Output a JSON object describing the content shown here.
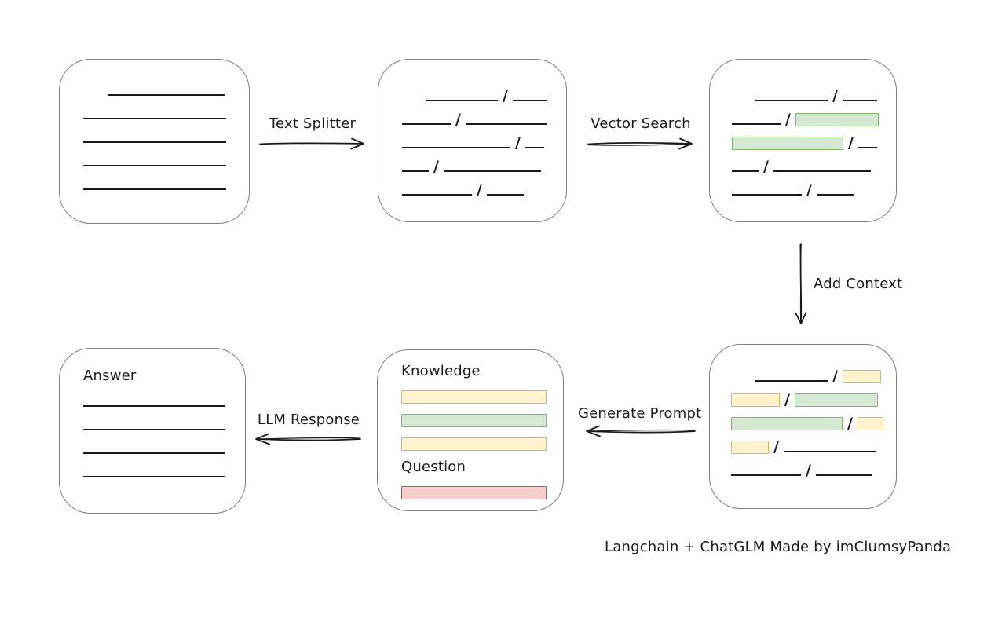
{
  "caption": "Langchain + ChatGLM Made by imClumsyPanda",
  "colors": {
    "ink": "#1a1a1a",
    "box_border": "#7d7d7d",
    "green_fill": "#d5e8d4",
    "green_border": "#82b366",
    "yellow_fill": "#fff2cc",
    "yellow_border": "#d6b656",
    "red_fill": "#f8cecc",
    "red_border": "#b85450"
  },
  "arrows": {
    "text_splitter": {
      "label": "Text Splitter",
      "direction": "right"
    },
    "vector_search": {
      "label": "Vector Search",
      "direction": "right"
    },
    "add_context": {
      "label": "Add Context",
      "direction": "down"
    },
    "generate_prompt": {
      "label": "Generate Prompt",
      "direction": "left"
    },
    "llm_response": {
      "label": "LLM Response",
      "direction": "left"
    }
  },
  "boxes": {
    "document": {
      "rows": [
        {
          "h": 30,
          "segs": [
            {
              "t": "indent",
              "w": 31
            },
            {
              "t": "line",
              "w": 149
            }
          ]
        },
        {
          "h": 30,
          "segs": [
            {
              "t": "line",
              "w": 182
            }
          ]
        },
        {
          "h": 30,
          "segs": [
            {
              "t": "line",
              "w": 182
            }
          ]
        },
        {
          "h": 30,
          "segs": [
            {
              "t": "line",
              "w": 182
            }
          ]
        },
        {
          "h": 30,
          "segs": [
            {
              "t": "line",
              "w": 182
            }
          ]
        }
      ]
    },
    "chunks": {
      "rows": [
        {
          "h": 30,
          "segs": [
            {
              "t": "indent",
              "w": 30
            },
            {
              "t": "line",
              "w": 92
            },
            {
              "t": "slash"
            },
            {
              "t": "line",
              "w": 44
            }
          ]
        },
        {
          "h": 30,
          "segs": [
            {
              "t": "line",
              "w": 62
            },
            {
              "t": "slash"
            },
            {
              "t": "line",
              "w": 104
            }
          ]
        },
        {
          "h": 30,
          "segs": [
            {
              "t": "line",
              "w": 138
            },
            {
              "t": "slash"
            },
            {
              "t": "line",
              "w": 24
            }
          ]
        },
        {
          "h": 30,
          "segs": [
            {
              "t": "line",
              "w": 34
            },
            {
              "t": "slash"
            },
            {
              "t": "line",
              "w": 124
            }
          ]
        },
        {
          "h": 30,
          "segs": [
            {
              "t": "line",
              "w": 89
            },
            {
              "t": "slash"
            },
            {
              "t": "line",
              "w": 47
            }
          ]
        }
      ]
    },
    "matched_chunks": {
      "rows": [
        {
          "h": 30,
          "segs": [
            {
              "t": "indent",
              "w": 30
            },
            {
              "t": "line",
              "w": 92
            },
            {
              "t": "slash"
            },
            {
              "t": "line",
              "w": 44
            }
          ]
        },
        {
          "h": 30,
          "segs": [
            {
              "t": "line",
              "w": 62
            },
            {
              "t": "slash"
            },
            {
              "t": "rect",
              "c": "green",
              "w": 104
            }
          ]
        },
        {
          "h": 30,
          "segs": [
            {
              "t": "rect",
              "c": "green",
              "w": 140
            },
            {
              "t": "slash"
            },
            {
              "t": "line",
              "w": 24
            }
          ]
        },
        {
          "h": 30,
          "segs": [
            {
              "t": "line",
              "w": 34
            },
            {
              "t": "slash"
            },
            {
              "t": "line",
              "w": 124
            }
          ]
        },
        {
          "h": 30,
          "segs": [
            {
              "t": "line",
              "w": 89
            },
            {
              "t": "slash"
            },
            {
              "t": "line",
              "w": 47
            }
          ]
        }
      ]
    },
    "context": {
      "rows": [
        {
          "h": 30,
          "segs": [
            {
              "t": "indent",
              "w": 30
            },
            {
              "t": "line",
              "w": 93
            },
            {
              "t": "slash"
            },
            {
              "t": "rect",
              "c": "yellow",
              "w": 47
            }
          ]
        },
        {
          "h": 30,
          "segs": [
            {
              "t": "rect",
              "c": "yellow",
              "w": 60
            },
            {
              "t": "slash"
            },
            {
              "t": "rect",
              "c": "green",
              "w": 104
            }
          ]
        },
        {
          "h": 30,
          "segs": [
            {
              "t": "rect",
              "c": "green",
              "w": 140
            },
            {
              "t": "slash"
            },
            {
              "t": "rect",
              "c": "yellow",
              "w": 31
            }
          ]
        },
        {
          "h": 30,
          "segs": [
            {
              "t": "rect",
              "c": "yellow",
              "w": 46
            },
            {
              "t": "slash"
            },
            {
              "t": "line",
              "w": 118
            }
          ]
        },
        {
          "h": 30,
          "segs": [
            {
              "t": "line",
              "w": 89
            },
            {
              "t": "slash"
            },
            {
              "t": "line",
              "w": 71
            }
          ]
        }
      ]
    },
    "prompt": {
      "rows": [
        {
          "h": 32,
          "segs": [
            {
              "t": "text",
              "v": "Knowledge"
            }
          ]
        },
        {
          "h": 30,
          "segs": [
            {
              "t": "rect",
              "c": "yellow",
              "w": 183
            }
          ]
        },
        {
          "h": 30,
          "segs": [
            {
              "t": "rect",
              "c": "green",
              "w": 183
            }
          ]
        },
        {
          "h": 30,
          "segs": [
            {
              "t": "rect",
              "c": "yellow",
              "w": 183
            }
          ]
        },
        {
          "h": 32,
          "segs": [
            {
              "t": "text",
              "v": "Question"
            }
          ]
        },
        {
          "h": 30,
          "segs": [
            {
              "t": "rect",
              "c": "red",
              "w": 183
            }
          ]
        }
      ]
    },
    "answer": {
      "rows": [
        {
          "h": 32,
          "segs": [
            {
              "t": "text",
              "v": "Answer"
            }
          ]
        },
        {
          "h": 30,
          "segs": [
            {
              "t": "line",
              "w": 180
            }
          ]
        },
        {
          "h": 30,
          "segs": [
            {
              "t": "line",
              "w": 180
            }
          ]
        },
        {
          "h": 30,
          "segs": [
            {
              "t": "line",
              "w": 180
            }
          ]
        },
        {
          "h": 30,
          "segs": [
            {
              "t": "line",
              "w": 180
            }
          ]
        }
      ]
    }
  }
}
